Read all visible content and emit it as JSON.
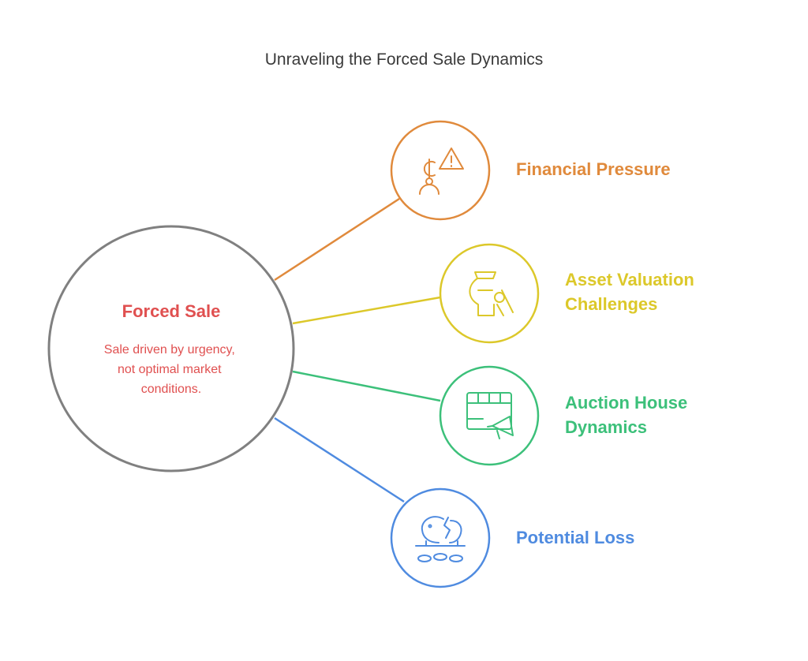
{
  "title": "Unraveling the Forced Sale Dynamics",
  "center": {
    "title": "Forced Sale",
    "description_lines": [
      "Sale driven by urgency,",
      "not optimal market",
      "conditions."
    ],
    "color": "#e05050",
    "border_color": "#808080"
  },
  "branches": [
    {
      "label_lines": [
        "Financial Pressure"
      ],
      "color": "#e08a3c",
      "icon": "money-warning-icon"
    },
    {
      "label_lines": [
        "Asset Valuation",
        "Challenges"
      ],
      "color": "#dcc82a",
      "icon": "vase-brush-icon"
    },
    {
      "label_lines": [
        "Auction House",
        "Dynamics"
      ],
      "color": "#3cc07a",
      "icon": "calendar-megaphone-icon"
    },
    {
      "label_lines": [
        "Potential Loss"
      ],
      "color": "#4f8be0",
      "icon": "broken-piggy-bank-icon"
    }
  ]
}
